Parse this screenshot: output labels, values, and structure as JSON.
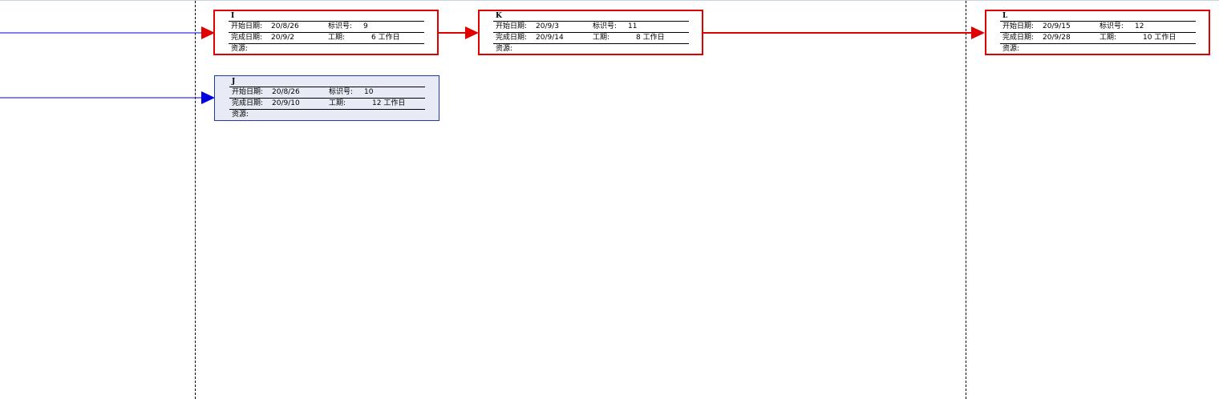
{
  "labels": {
    "start": "开始日期:",
    "finish": "完成日期:",
    "id": "标识号:",
    "duration": "工期:",
    "resource": "资源:",
    "unit": "工作日"
  },
  "colors": {
    "critical": "#e00000",
    "normal": "#0000e0",
    "normal_border": "#1e3c9e"
  },
  "nodes": {
    "I": {
      "name": "I",
      "start": "20/8/26",
      "finish": "20/9/2",
      "id": "9",
      "duration": "6",
      "resource": "",
      "critical": true
    },
    "J": {
      "name": "J",
      "start": "20/8/26",
      "finish": "20/9/10",
      "id": "10",
      "duration": "12",
      "resource": "",
      "critical": false
    },
    "K": {
      "name": "K",
      "start": "20/9/3",
      "finish": "20/9/14",
      "id": "11",
      "duration": "8",
      "resource": "",
      "critical": true
    },
    "L": {
      "name": "L",
      "start": "20/9/15",
      "finish": "20/9/28",
      "id": "12",
      "duration": "10",
      "resource": "",
      "critical": true
    }
  }
}
